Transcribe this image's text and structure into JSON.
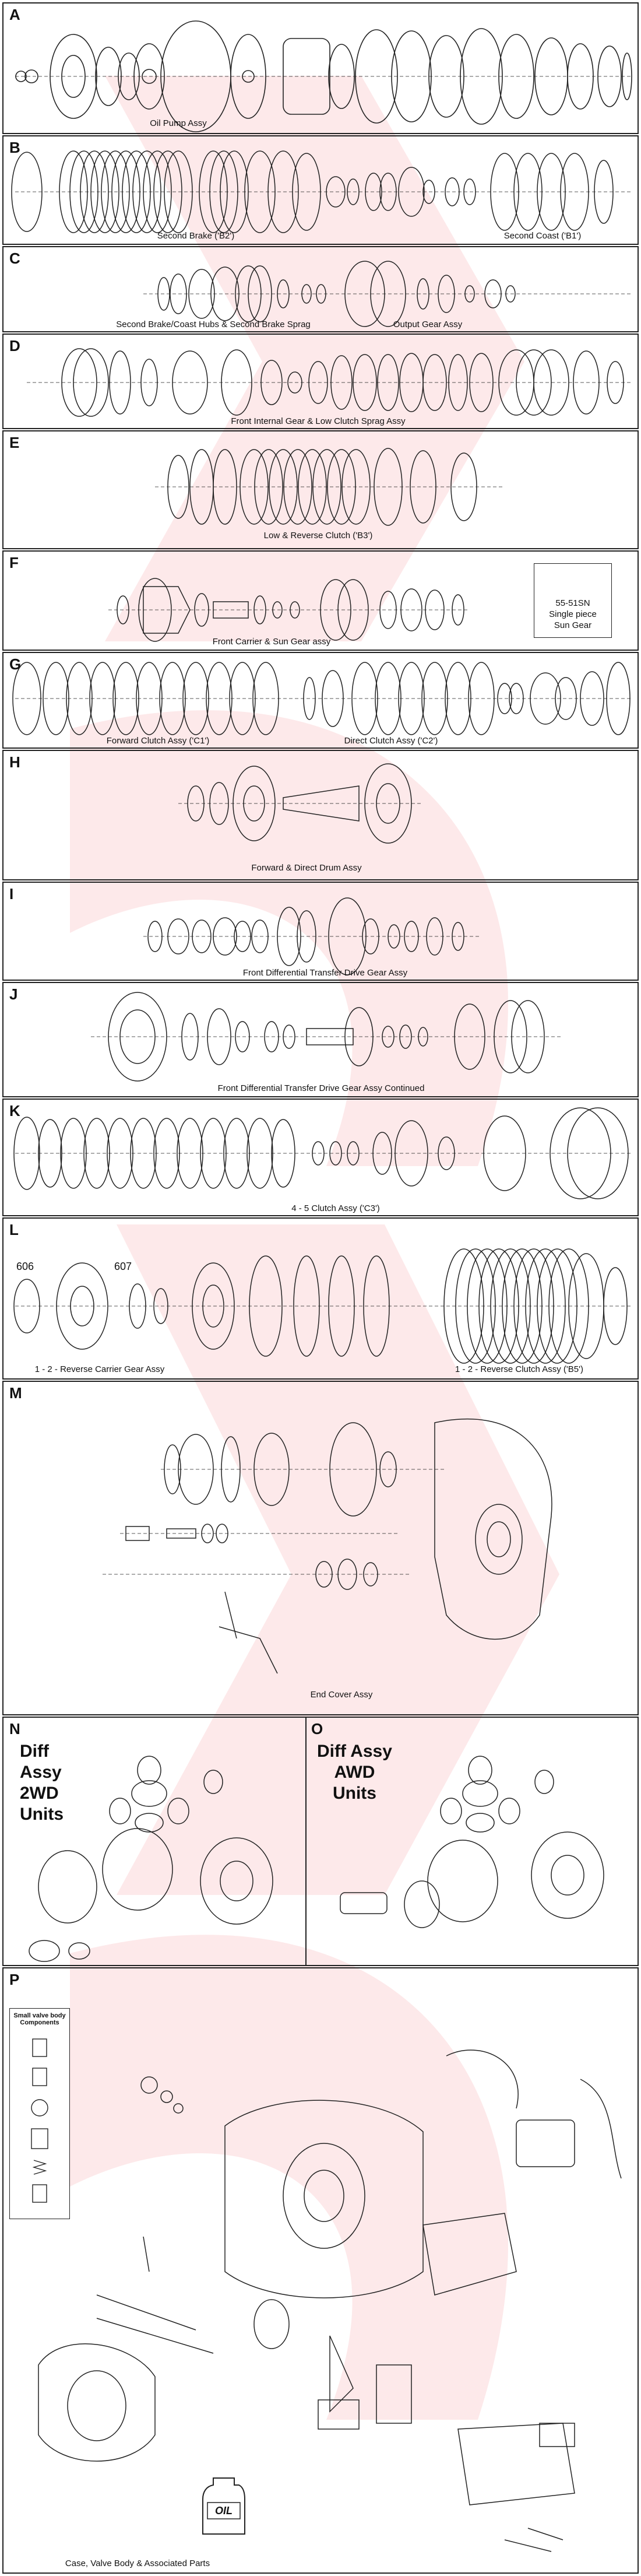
{
  "sections": [
    {
      "letter": "A",
      "caption": "Oil Pump Assy"
    },
    {
      "letter": "B",
      "captions": [
        "Second Brake ('B2')",
        "Second Coast ('B1')"
      ]
    },
    {
      "letter": "C",
      "captions": [
        "Second Brake/Coast Hubs & Second Brake Sprag",
        "Output Gear Assy"
      ]
    },
    {
      "letter": "D",
      "caption": "Front Internal Gear & Low Clutch Sprag Assy"
    },
    {
      "letter": "E",
      "caption": "Low & Reverse Clutch ('B3')"
    },
    {
      "letter": "F",
      "caption": "Front Carrier & Sun Gear assy",
      "inset": {
        "part": "55-51SN",
        "line1": "Single piece",
        "line2": "Sun Gear"
      }
    },
    {
      "letter": "G",
      "captions": [
        "Forward Clutch Assy ('C1')",
        "Direct Clutch Assy ('C2')"
      ]
    },
    {
      "letter": "H",
      "caption": "Forward & Direct Drum Assy"
    },
    {
      "letter": "I",
      "caption": "Front Differential Transfer Drive Gear Assy"
    },
    {
      "letter": "J",
      "caption": "Front Differential Transfer Drive Gear Assy Continued"
    },
    {
      "letter": "K",
      "caption": "4 - 5 Clutch Assy ('C3')"
    },
    {
      "letter": "L",
      "captions": [
        "1 - 2 - Reverse Carrier Gear Assy",
        "1 - 2 - Reverse Clutch Assy ('B5')"
      ],
      "part_numbers": [
        "606",
        "607"
      ]
    },
    {
      "letter": "M",
      "caption": "End Cover Assy"
    },
    {
      "letter": "N",
      "title": [
        "Diff",
        "Assy",
        "2WD",
        "Units"
      ]
    },
    {
      "letter": "O",
      "title": [
        "Diff Assy",
        "AWD",
        "Units"
      ]
    },
    {
      "letter": "P",
      "caption": "Case, Valve Body & Associated Parts",
      "small_box": [
        "Small valve body",
        "Components"
      ],
      "oil_label": "OIL"
    }
  ],
  "colors": {
    "watermark": "#e8282f",
    "line": "#222222"
  }
}
